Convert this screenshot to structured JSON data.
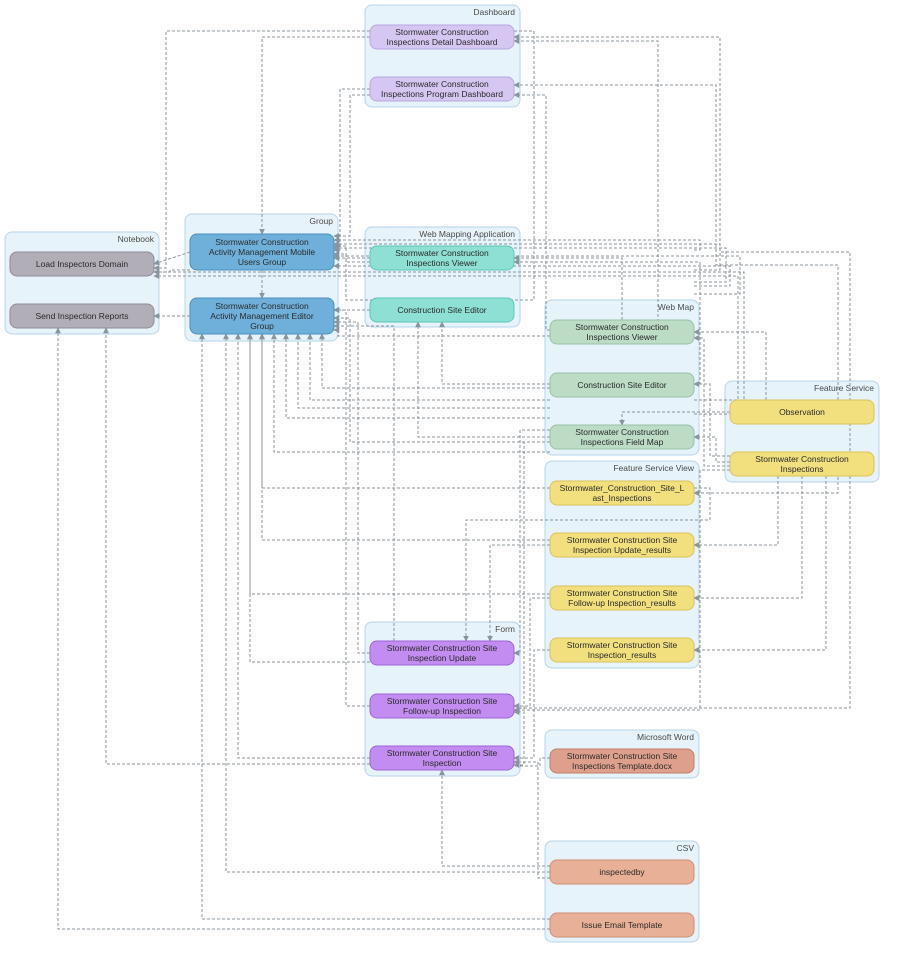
{
  "colors": {
    "dashboard": "#d6c7f2",
    "web_mapping_application": "#8de0d3",
    "group": "#6fb0db",
    "notebook": "#b2aeb8",
    "web_map": "#bcdcc6",
    "feature_service": "#f2e07e",
    "form": "#c28cf0",
    "microsoft_word": "#dea08c",
    "csv": "#e8b096",
    "group_box": "#e6f3fb",
    "edge": "#8a949c"
  },
  "groups": [
    {
      "id": "dashboard",
      "label": "Dashboard"
    },
    {
      "id": "webapp",
      "label": "Web Mapping Application"
    },
    {
      "id": "group",
      "label": "Group"
    },
    {
      "id": "notebook",
      "label": "Notebook"
    },
    {
      "id": "webmap",
      "label": "Web Map"
    },
    {
      "id": "featuresvc",
      "label": "Feature Service"
    },
    {
      "id": "fsview",
      "label": "Feature Service View"
    },
    {
      "id": "form",
      "label": "Form"
    },
    {
      "id": "word",
      "label": "Microsoft Word"
    },
    {
      "id": "csv",
      "label": "CSV"
    }
  ],
  "nodes": [
    {
      "id": "dash_detail",
      "type": "dashboard",
      "lines": [
        "Stormwater Construction",
        "Inspections Detail Dashboard"
      ]
    },
    {
      "id": "dash_program",
      "type": "dashboard",
      "lines": [
        "Stormwater Construction",
        "Inspections Program Dashboard"
      ]
    },
    {
      "id": "app_viewer",
      "type": "web_mapping_application",
      "lines": [
        "Stormwater Construction",
        "Inspections Viewer"
      ]
    },
    {
      "id": "app_editor",
      "type": "web_mapping_application",
      "lines": [
        "Construction Site Editor"
      ]
    },
    {
      "id": "grp_mobile",
      "type": "group",
      "lines": [
        "Stormwater Construction",
        "Activity Management Mobile",
        "Users Group"
      ]
    },
    {
      "id": "grp_editor",
      "type": "group",
      "lines": [
        "Stormwater Construction",
        "Activity Management Editor",
        "Group"
      ]
    },
    {
      "id": "nb_load",
      "type": "notebook",
      "lines": [
        "Load Inspectors Domain"
      ]
    },
    {
      "id": "nb_send",
      "type": "notebook",
      "lines": [
        "Send Inspection Reports"
      ]
    },
    {
      "id": "wm_viewer",
      "type": "web_map",
      "lines": [
        "Stormwater Construction",
        "Inspections Viewer"
      ]
    },
    {
      "id": "wm_editor",
      "type": "web_map",
      "lines": [
        "Construction Site Editor"
      ]
    },
    {
      "id": "wm_field",
      "type": "web_map",
      "lines": [
        "Stormwater Construction",
        "Inspections Field Map"
      ]
    },
    {
      "id": "fs_obs",
      "type": "feature_service",
      "lines": [
        "Observation"
      ]
    },
    {
      "id": "fs_insp",
      "type": "feature_service",
      "lines": [
        "Stormwater Construction",
        "Inspections"
      ]
    },
    {
      "id": "fv_last",
      "type": "feature_service",
      "lines": [
        "Stormwater_Construction_Site_L",
        "ast_Inspections"
      ]
    },
    {
      "id": "fv_update",
      "type": "feature_service",
      "lines": [
        "Stormwater Construction Site",
        "Inspection Update_results"
      ]
    },
    {
      "id": "fv_follow",
      "type": "feature_service",
      "lines": [
        "Stormwater Construction Site",
        "Follow-up Inspection_results"
      ]
    },
    {
      "id": "fv_results",
      "type": "feature_service",
      "lines": [
        "Stormwater Construction Site",
        "Inspection_results"
      ]
    },
    {
      "id": "form_update",
      "type": "form",
      "lines": [
        "Stormwater Construction Site",
        "Inspection Update"
      ]
    },
    {
      "id": "form_follow",
      "type": "form",
      "lines": [
        "Stormwater Construction Site",
        "Follow-up Inspection"
      ]
    },
    {
      "id": "form_insp",
      "type": "form",
      "lines": [
        "Stormwater Construction Site",
        "Inspection"
      ]
    },
    {
      "id": "word_tpl",
      "type": "microsoft_word",
      "lines": [
        "Stormwater Construction Site",
        "Inspections Template.docx"
      ]
    },
    {
      "id": "csv_inspectedby",
      "type": "csv",
      "lines": [
        "inspectedby"
      ]
    },
    {
      "id": "csv_email",
      "type": "csv",
      "lines": [
        "Issue Email Template"
      ]
    }
  ]
}
